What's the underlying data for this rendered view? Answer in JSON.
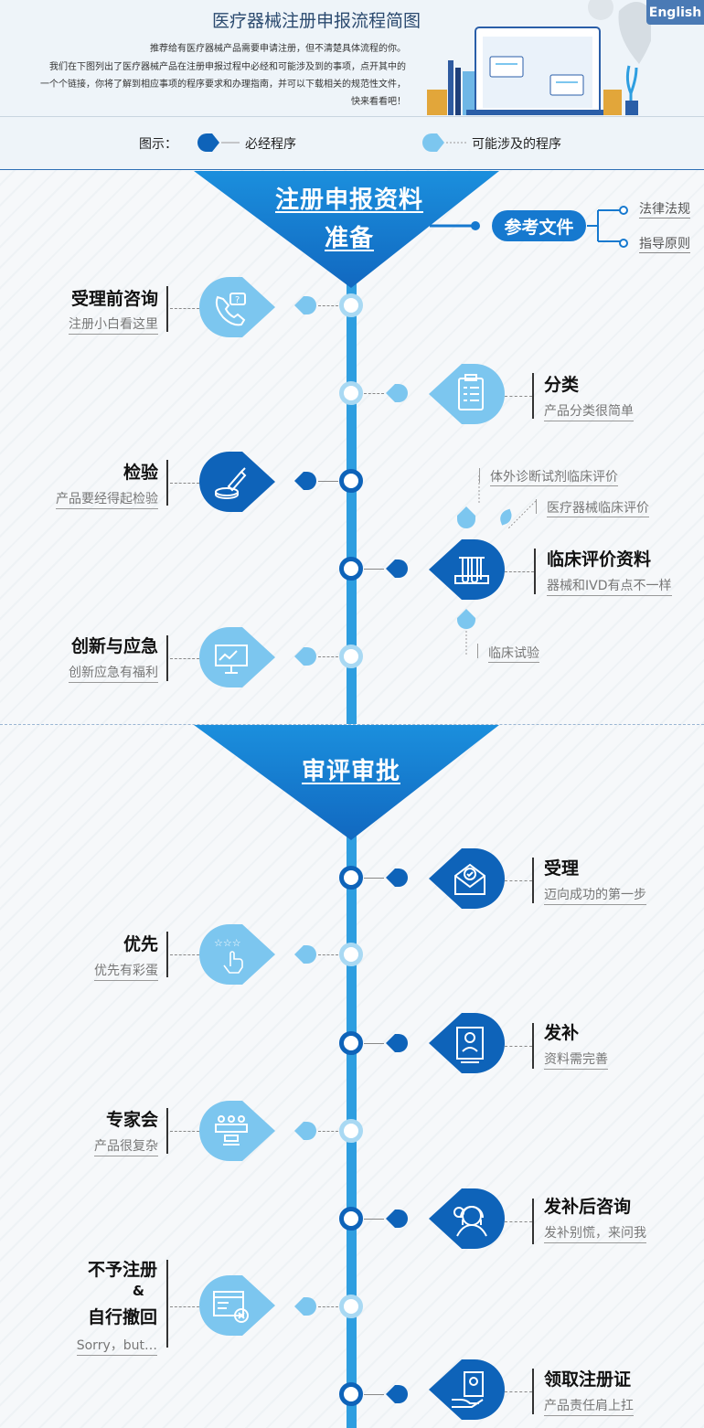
{
  "header": {
    "title": "医疗器械注册申报流程简图",
    "intro": [
      "推荐给有医疗器械产品需要申请注册，但不清楚具体流程的你。",
      "我们在下图列出了医疗器械产品在注册申报过程中必经和可能涉及到的事项，点开其中的",
      "一个个链接，你将了解到相应事项的程序要求和办理指南，并可以下载相关的规范性文件，",
      "快来看看吧！"
    ],
    "lang_button": "English"
  },
  "legend": {
    "label": "图示：",
    "required": "必经程序",
    "optional": "可能涉及的程序"
  },
  "colors": {
    "required": "#0e63b9",
    "optional": "#7cc6ef",
    "timeline": "#2e9ee0",
    "triangle": "#1a86d6"
  },
  "section1": {
    "title_line1": "注册申报资料",
    "title_line2": "准备",
    "reference": {
      "label": "参考文件",
      "links": [
        "法律法规",
        "指导原则"
      ]
    },
    "items": [
      {
        "title": "受理前咨询",
        "sub": "注册小白看这里",
        "icon": "phone-question-icon"
      },
      {
        "title": "分类",
        "sub": "产品分类很简单",
        "icon": "clipboard-list-icon"
      },
      {
        "title": "检验",
        "sub": "产品要经得起检验",
        "icon": "pipette-dish-icon"
      },
      {
        "title": "临床评价资料",
        "sub": "器械和IVD有点不一样",
        "icon": "test-tubes-icon"
      },
      {
        "title": "创新与应急",
        "sub": "创新应急有福利",
        "icon": "presentation-screen-icon"
      }
    ],
    "clinical_links": [
      "体外诊断试剂临床评价",
      "医疗器械临床评价",
      "临床试验"
    ]
  },
  "section2": {
    "title": "审评审批",
    "items": [
      {
        "title": "受理",
        "sub": "迈向成功的第一步",
        "icon": "envelope-check-icon"
      },
      {
        "title": "优先",
        "sub": "优先有彩蛋",
        "icon": "stars-hand-icon"
      },
      {
        "title": "发补",
        "sub": "资料需完善",
        "icon": "document-user-icon"
      },
      {
        "title": "专家会",
        "sub": "产品很复杂",
        "icon": "meeting-table-icon"
      },
      {
        "title": "发补后咨询",
        "sub": "发补别慌，来问我",
        "icon": "headset-support-icon"
      },
      {
        "title_line1": "不予注册",
        "title_amp": "&",
        "title_line2": "自行撤回",
        "sub": "Sorry，but…",
        "icon": "form-cancel-icon"
      },
      {
        "title": "领取注册证",
        "sub": "产品责任肩上扛",
        "icon": "certificate-hand-icon"
      }
    ]
  }
}
